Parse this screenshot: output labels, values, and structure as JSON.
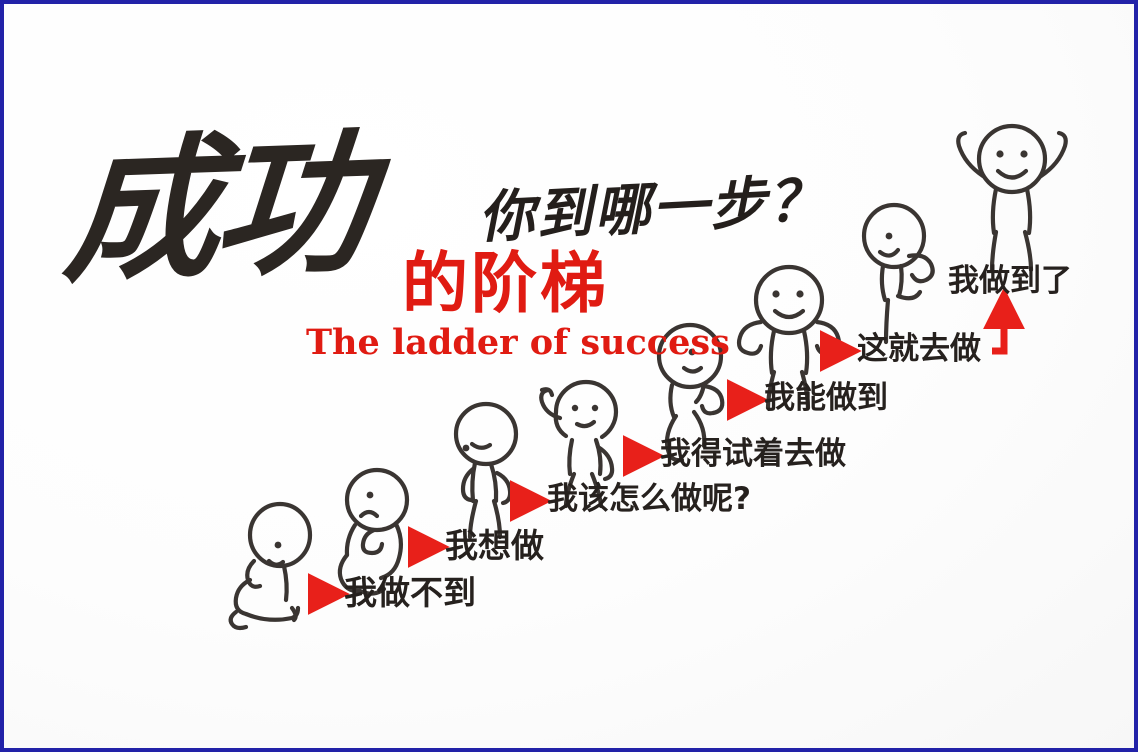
{
  "poster": {
    "border_color": "#2222a8",
    "background_color": "#ffffff",
    "ink_color": "#26211e",
    "accent_color": "#e01b12"
  },
  "headline": {
    "title_cn": "成功",
    "title_cn_red": "的阶梯",
    "title_en": "The ladder of success",
    "question_cn": "你到哪一步？"
  },
  "steps": [
    {
      "index": 1,
      "caption": "我做不到",
      "pose": "sitting-sad",
      "arrow": "right"
    },
    {
      "index": 2,
      "caption": "我想做",
      "pose": "crouching-frown",
      "arrow": "right"
    },
    {
      "index": 3,
      "caption": "我该怎么做呢?",
      "pose": "standing-looking-down",
      "arrow": "right"
    },
    {
      "index": 4,
      "caption": "我得试着去做",
      "pose": "hand-on-head-thinking",
      "arrow": "right"
    },
    {
      "index": 5,
      "caption": "我能做到",
      "pose": "walking-forward",
      "arrow": "right"
    },
    {
      "index": 6,
      "caption": "这就去做",
      "pose": "smiling-arms-up",
      "arrow": "right"
    },
    {
      "index": 7,
      "caption": "我做到了",
      "pose": "dancing",
      "arrow": "right-then-up"
    },
    {
      "index": 8,
      "caption": "",
      "pose": "celebrating-arms-raised",
      "arrow": "none"
    }
  ],
  "icons": {
    "arrow_right": "arrow-right-icon",
    "arrow_elbow_up": "arrow-elbow-up-icon",
    "stick_figure": "stick-figure-icon"
  }
}
